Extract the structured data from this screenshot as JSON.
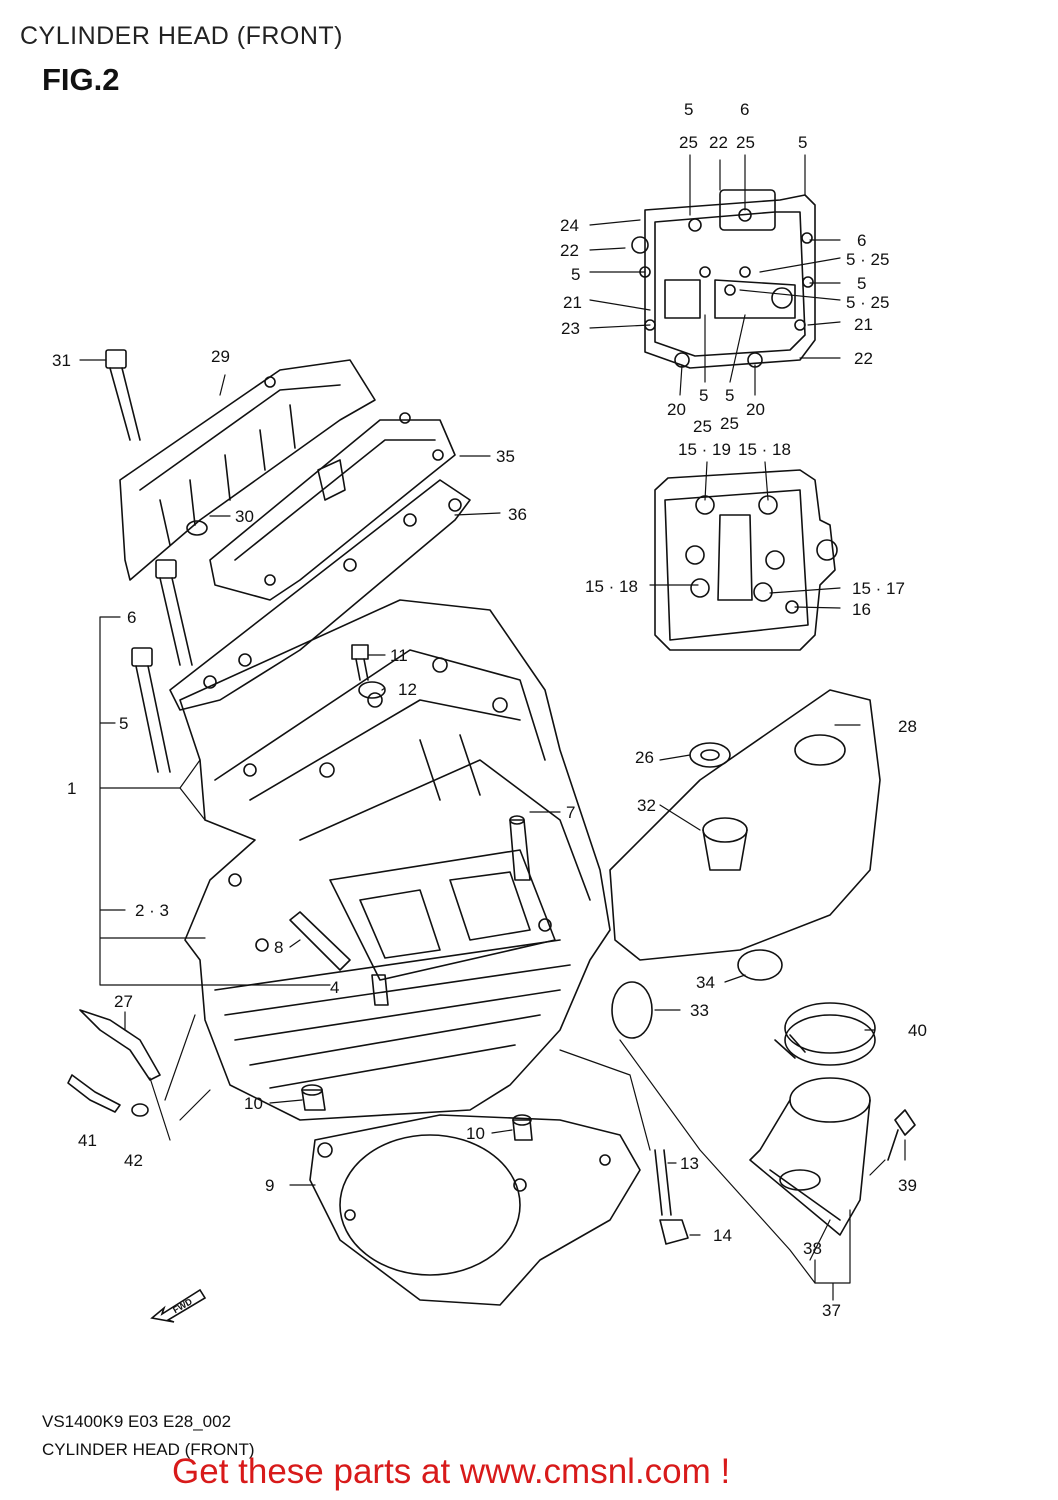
{
  "header": {
    "title": "CYLINDER HEAD (FRONT)",
    "figure": "FIG.2"
  },
  "callouts": [
    {
      "id": "c-5-top1",
      "text": "5"
    },
    {
      "id": "c-25-top1",
      "text": "25"
    },
    {
      "id": "c-6-top",
      "text": "6"
    },
    {
      "id": "c-25-top2",
      "text": "25"
    },
    {
      "id": "c-22-top",
      "text": "22"
    },
    {
      "id": "c-5-top2",
      "text": "5"
    },
    {
      "id": "c-24",
      "text": "24"
    },
    {
      "id": "c-22-l1",
      "text": "22"
    },
    {
      "id": "c-5-l1",
      "text": "5"
    },
    {
      "id": "c-21-l",
      "text": "21"
    },
    {
      "id": "c-23",
      "text": "23"
    },
    {
      "id": "c-6-r",
      "text": "6"
    },
    {
      "id": "c-5-25-r1",
      "text": "5 · 25"
    },
    {
      "id": "c-5-r",
      "text": "5"
    },
    {
      "id": "c-5-25-r2",
      "text": "5 · 25"
    },
    {
      "id": "c-21-r",
      "text": "21"
    },
    {
      "id": "c-22-r",
      "text": "22"
    },
    {
      "id": "c-20-l",
      "text": "20"
    },
    {
      "id": "c-5-b1",
      "text": "5"
    },
    {
      "id": "c-25-b1",
      "text": "25"
    },
    {
      "id": "c-5-b2",
      "text": "5"
    },
    {
      "id": "c-25-b2",
      "text": "25"
    },
    {
      "id": "c-20-r",
      "text": "20"
    },
    {
      "id": "c-15-19",
      "text": "15 · 19"
    },
    {
      "id": "c-15-18-t",
      "text": "15 · 18"
    },
    {
      "id": "c-15-18-l",
      "text": "15 · 18"
    },
    {
      "id": "c-15-17",
      "text": "15 · 17"
    },
    {
      "id": "c-16",
      "text": "16"
    },
    {
      "id": "c-31",
      "text": "31"
    },
    {
      "id": "c-29",
      "text": "29"
    },
    {
      "id": "c-35",
      "text": "35"
    },
    {
      "id": "c-30",
      "text": "30"
    },
    {
      "id": "c-36",
      "text": "36"
    },
    {
      "id": "c-6-m",
      "text": "6"
    },
    {
      "id": "c-11",
      "text": "11"
    },
    {
      "id": "c-12",
      "text": "12"
    },
    {
      "id": "c-5-m",
      "text": "5"
    },
    {
      "id": "c-28",
      "text": "28"
    },
    {
      "id": "c-26",
      "text": "26"
    },
    {
      "id": "c-1",
      "text": "1"
    },
    {
      "id": "c-7",
      "text": "7"
    },
    {
      "id": "c-32",
      "text": "32"
    },
    {
      "id": "c-2-3",
      "text": "2 · 3"
    },
    {
      "id": "c-8",
      "text": "8"
    },
    {
      "id": "c-34",
      "text": "34"
    },
    {
      "id": "c-4",
      "text": "4"
    },
    {
      "id": "c-33",
      "text": "33"
    },
    {
      "id": "c-27",
      "text": "27"
    },
    {
      "id": "c-40",
      "text": "40"
    },
    {
      "id": "c-10-l",
      "text": "10"
    },
    {
      "id": "c-41",
      "text": "41"
    },
    {
      "id": "c-42",
      "text": "42"
    },
    {
      "id": "c-10-r",
      "text": "10"
    },
    {
      "id": "c-13",
      "text": "13"
    },
    {
      "id": "c-39",
      "text": "39"
    },
    {
      "id": "c-9",
      "text": "9"
    },
    {
      "id": "c-14",
      "text": "14"
    },
    {
      "id": "c-38",
      "text": "38"
    },
    {
      "id": "c-37",
      "text": "37"
    }
  ],
  "fwd_label": "FWD",
  "footer": {
    "model_code": "VS1400K9 E03 E28_002",
    "caption": "CYLINDER HEAD (FRONT)",
    "promo": "Get these parts at www.cmsnl.com !"
  }
}
